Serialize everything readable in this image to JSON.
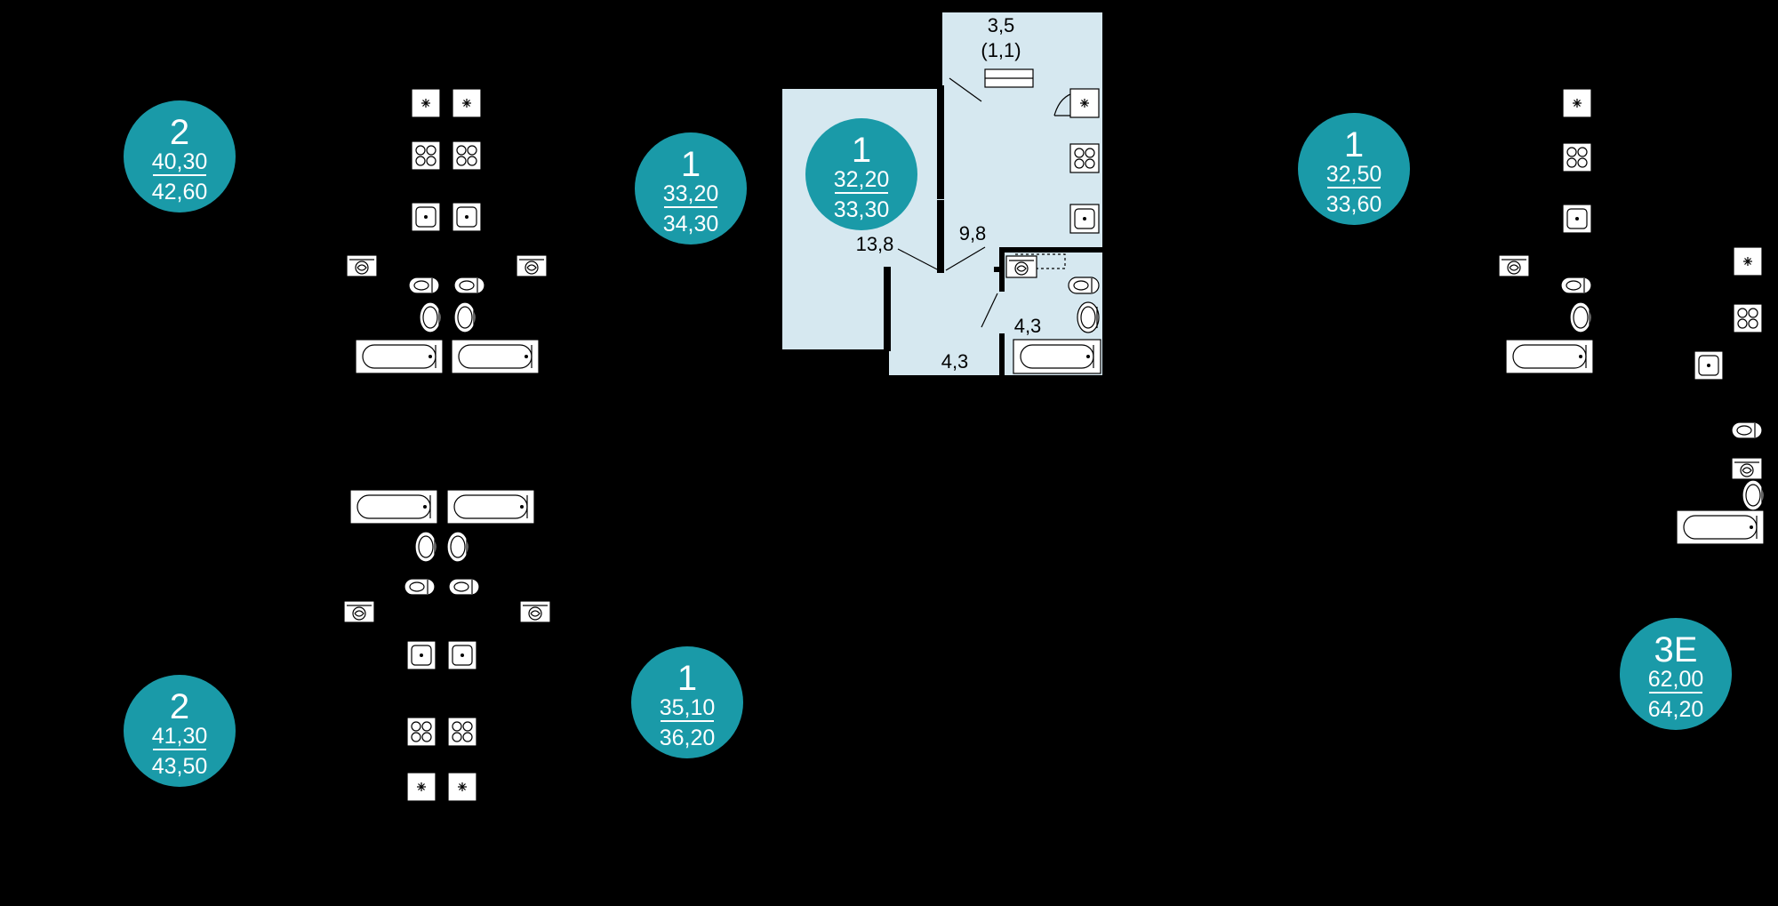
{
  "colors": {
    "background": "#000000",
    "badge": "#1a9aa8",
    "room_fill": "#d6e8f0",
    "badge_text": "#ffffff",
    "room_label_text": "#000000"
  },
  "apartments": [
    {
      "rooms": "2",
      "area_living": "40,30",
      "area_total": "42,60"
    },
    {
      "rooms": "1",
      "area_living": "33,20",
      "area_total": "34,30"
    },
    {
      "rooms": "1",
      "area_living": "32,20",
      "area_total": "33,30"
    },
    {
      "rooms": "1",
      "area_living": "32,50",
      "area_total": "33,60"
    },
    {
      "rooms": "2",
      "area_living": "41,30",
      "area_total": "43,50"
    },
    {
      "rooms": "1",
      "area_living": "35,10",
      "area_total": "36,20"
    },
    {
      "rooms": "3E",
      "area_living": "62,00",
      "area_total": "64,20"
    }
  ],
  "room_labels": {
    "balcony_area": "3,5",
    "balcony_reduced": "(1,1)",
    "living_room": "13,8",
    "kitchen": "9,8",
    "hallway": "4,3",
    "bathroom": "4,3"
  },
  "icons": {
    "fridge": "fridge-icon",
    "stove": "stove-icon",
    "kitchen_sink": "kitchen-sink-icon",
    "washer": "washing-machine-icon",
    "toilet": "toilet-icon",
    "basin": "washbasin-icon",
    "bathtub": "bathtub-icon"
  }
}
